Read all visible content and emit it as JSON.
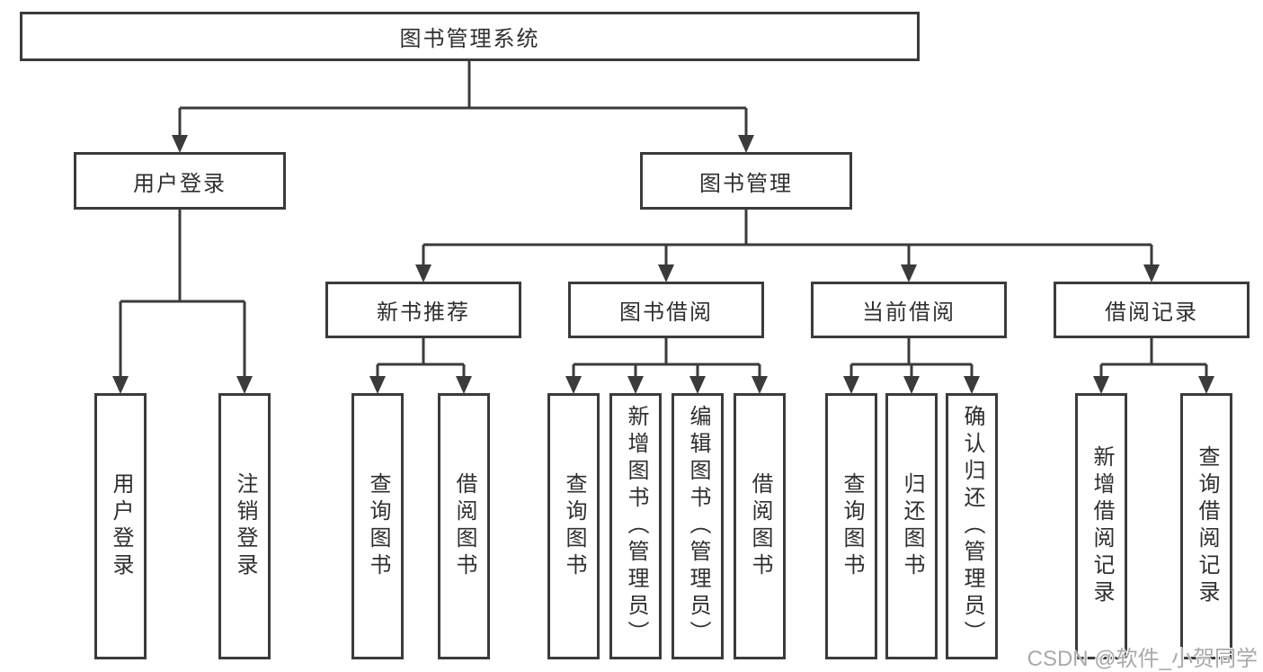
{
  "diagram": {
    "title": "图书管理系统"
  },
  "nodes": {
    "root": {
      "label": "图书管理系统"
    },
    "user-login": {
      "label": "用户登录"
    },
    "book-mgmt": {
      "label": "图书管理"
    },
    "new-book-rec": {
      "label": "新书推荐"
    },
    "book-borrow": {
      "label": "图书借阅"
    },
    "current-borrow": {
      "label": "当前借阅"
    },
    "borrow-records": {
      "label": "借阅记录"
    },
    "leaf-user-login": {
      "label": "用户登录"
    },
    "leaf-logout": {
      "label": "注销登录"
    },
    "leaf-query-book-1": {
      "label": "查询图书"
    },
    "leaf-borrow-book-1": {
      "label": "借阅图书"
    },
    "leaf-query-book-2": {
      "label": "查询图书"
    },
    "leaf-add-book": {
      "label": "新增图书（管理员）"
    },
    "leaf-edit-book": {
      "label": "编辑图书（管理员）"
    },
    "leaf-borrow-book-2": {
      "label": "借阅图书"
    },
    "leaf-query-book-3": {
      "label": "查询图书"
    },
    "leaf-return-book": {
      "label": "归还图书"
    },
    "leaf-confirm-return": {
      "label": "确认归还（管理员）"
    },
    "leaf-add-record": {
      "label": "新增借阅记录"
    },
    "leaf-query-record": {
      "label": "查询借阅记录"
    }
  },
  "edges": [
    [
      "root",
      "user-login"
    ],
    [
      "root",
      "book-mgmt"
    ],
    [
      "user-login",
      "leaf-user-login"
    ],
    [
      "user-login",
      "leaf-logout"
    ],
    [
      "book-mgmt",
      "new-book-rec"
    ],
    [
      "book-mgmt",
      "book-borrow"
    ],
    [
      "book-mgmt",
      "current-borrow"
    ],
    [
      "book-mgmt",
      "borrow-records"
    ],
    [
      "new-book-rec",
      "leaf-query-book-1"
    ],
    [
      "new-book-rec",
      "leaf-borrow-book-1"
    ],
    [
      "book-borrow",
      "leaf-query-book-2"
    ],
    [
      "book-borrow",
      "leaf-add-book"
    ],
    [
      "book-borrow",
      "leaf-edit-book"
    ],
    [
      "book-borrow",
      "leaf-borrow-book-2"
    ],
    [
      "current-borrow",
      "leaf-query-book-3"
    ],
    [
      "current-borrow",
      "leaf-return-book"
    ],
    [
      "current-borrow",
      "leaf-confirm-return"
    ],
    [
      "borrow-records",
      "leaf-add-record"
    ],
    [
      "borrow-records",
      "leaf-query-record"
    ]
  ],
  "line_color": "#3b3b3b",
  "watermark": "CSDN @软件_小贺同学"
}
